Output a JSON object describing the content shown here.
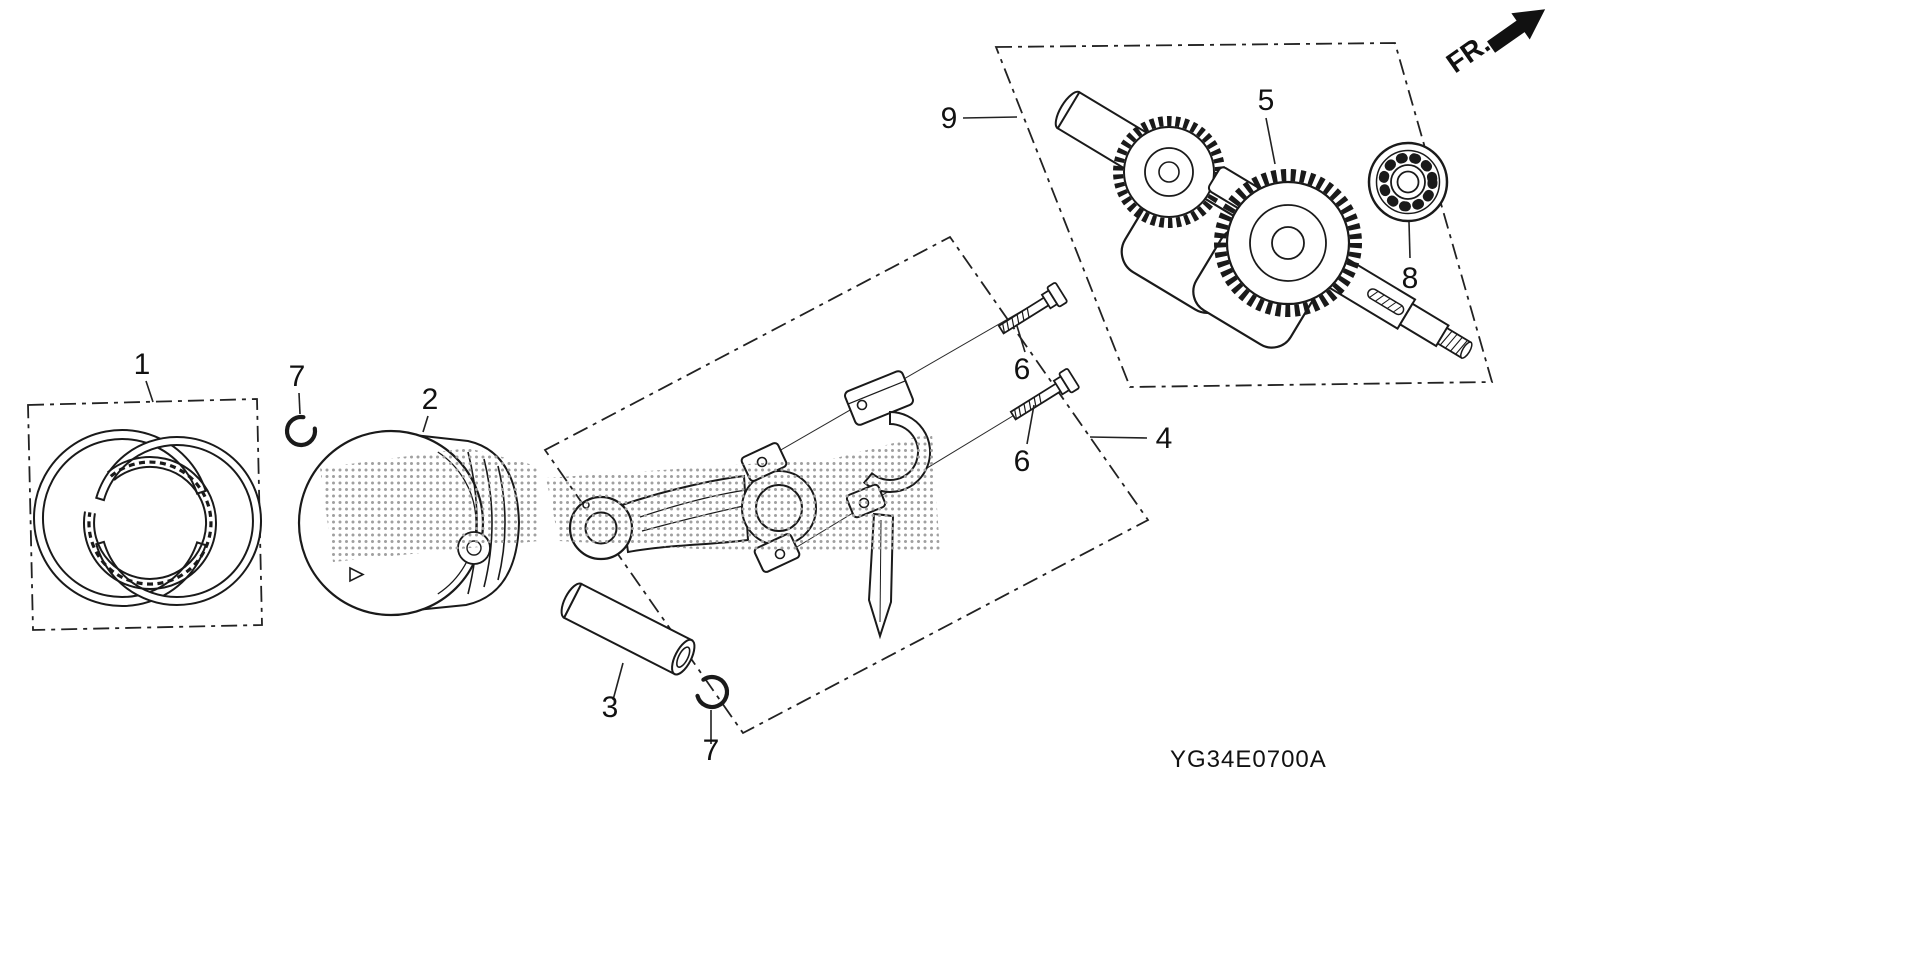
{
  "diagram": {
    "code": "YG34E0700A",
    "direction_indicator": "FR.",
    "callouts": {
      "ring_set": "1",
      "piston": "2",
      "piston_pin": "3",
      "connecting_rod_group": "4",
      "drive_gear": "5",
      "rod_bolt_upper": "6",
      "rod_bolt_lower": "6",
      "pin_clip_upper": "7",
      "pin_clip_lower": "7",
      "radial_ball_bearing": "8",
      "crankshaft_group": "9"
    },
    "colors": {
      "line": "#1a1a1a",
      "halftone_dots": "#a0a0a0",
      "background": "#ffffff"
    }
  }
}
